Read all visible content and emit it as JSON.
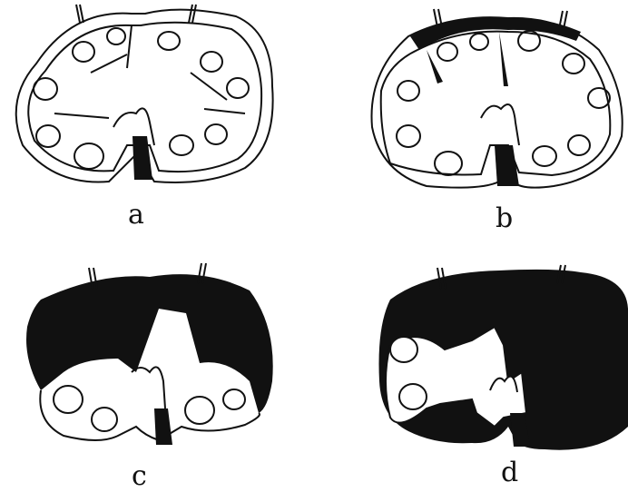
{
  "panels": [
    {
      "id": "a",
      "label": "a",
      "fill": "outline"
    },
    {
      "id": "b",
      "label": "b",
      "fill": "thin-dark-rim"
    },
    {
      "id": "c",
      "label": "c",
      "fill": "dark-upper"
    },
    {
      "id": "d",
      "label": "d",
      "fill": "dark-most"
    }
  ],
  "colors": {
    "ink": "#111111",
    "paper": "#ffffff"
  }
}
